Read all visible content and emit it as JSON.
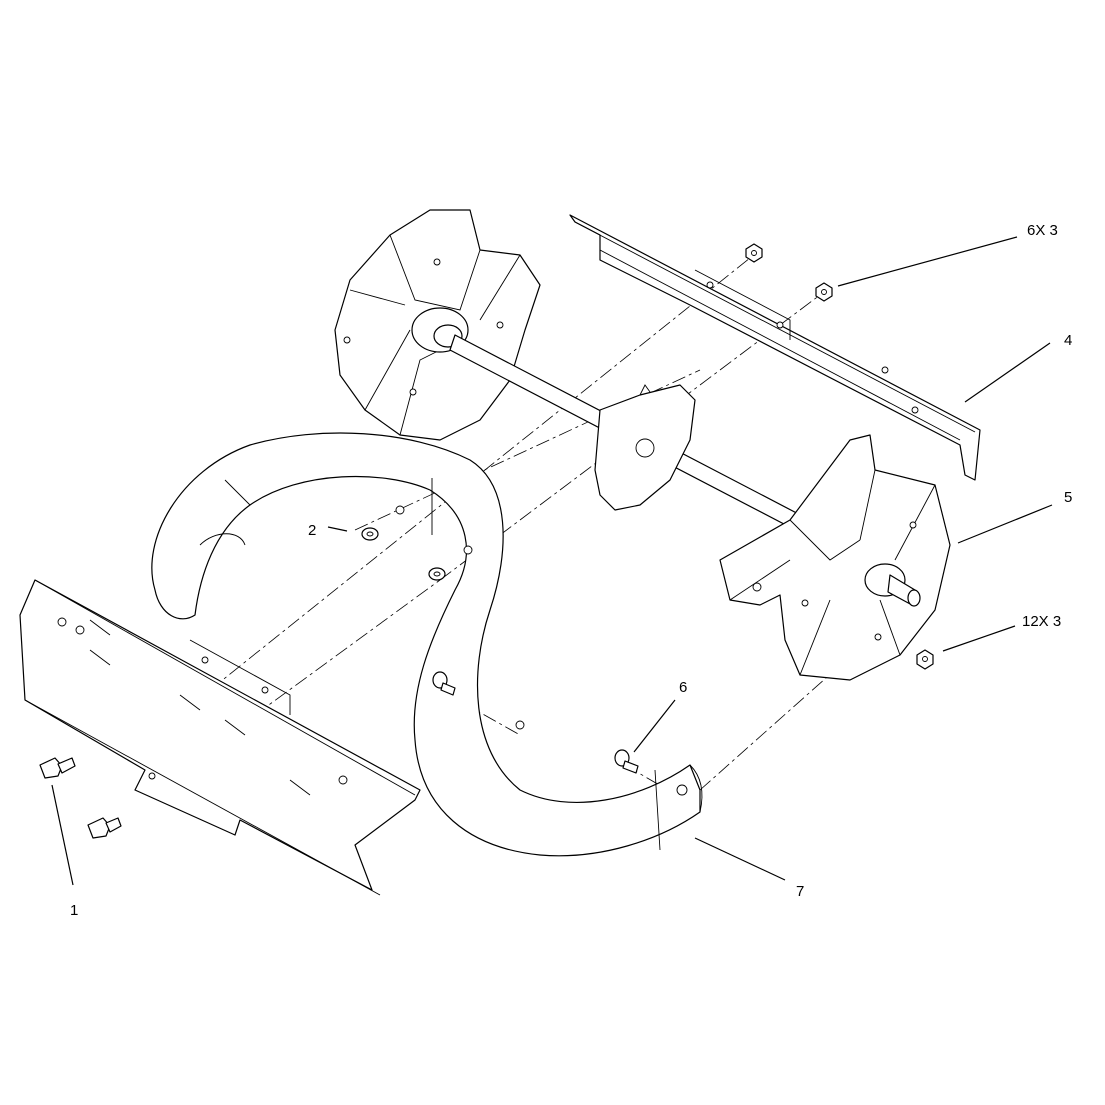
{
  "callouts": {
    "c1": "1",
    "c2": "2",
    "c4": "4",
    "c5": "5",
    "c6": "6",
    "c7": "7",
    "c6x3": "6X 3",
    "c12x3": "12X 3"
  },
  "colors": {
    "line": "#000000",
    "background": "#ffffff"
  }
}
